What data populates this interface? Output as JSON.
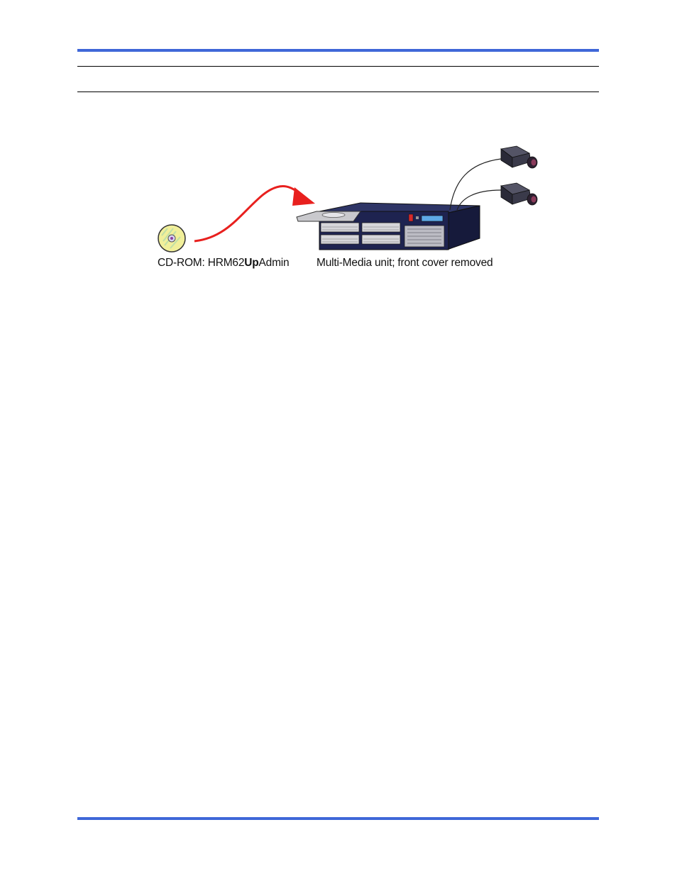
{
  "figure": {
    "cd_caption": {
      "prefix": "CD-ROM: HRM62",
      "bold": "Up",
      "suffix": "Admin"
    },
    "unit_caption": "Multi-Media unit; front cover removed",
    "colors": {
      "rule": "#3f67d8",
      "arrow": "#e8201e",
      "chassis": "#1e2350",
      "chassis_top": "#2e3566",
      "lcd": "#5ea9e6",
      "cd_disc": "#f1ef9a"
    },
    "icons": [
      "cd-disc-icon",
      "curved-arrow-icon",
      "multimedia-unit-icon",
      "camera-icon",
      "camera-icon"
    ]
  }
}
